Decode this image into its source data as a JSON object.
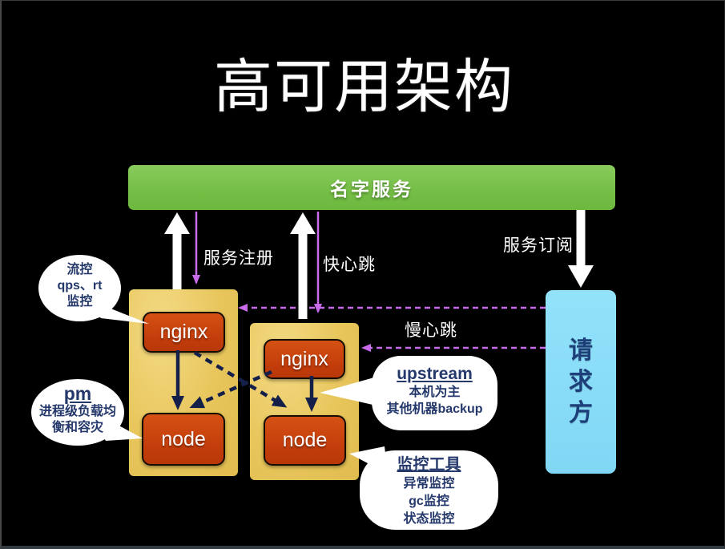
{
  "slide": {
    "title": "高可用架构"
  },
  "name_service": {
    "label": "名字服务"
  },
  "edge_labels": {
    "service_register": "服务注册",
    "fast_heartbeat": "快心跳",
    "service_subscribe": "服务订阅",
    "slow_heartbeat": "慢心跳"
  },
  "clusters": [
    {
      "nginx": "nginx",
      "node": "node"
    },
    {
      "nginx": "nginx",
      "node": "node"
    }
  ],
  "requester": {
    "chars": [
      "请",
      "求",
      "方"
    ]
  },
  "callouts": {
    "flow_control": {
      "line1": "流控",
      "line2": "qps、rt",
      "line3": "监控"
    },
    "pm": {
      "title": "pm",
      "line1": "进程级负载均",
      "line2": "衡和容灾"
    },
    "upstream": {
      "title": "upstream",
      "line1": "本机为主",
      "line2": "其他机器backup"
    },
    "monitor": {
      "title": "监控工具",
      "line1": "异常监控",
      "line2": "gc监控",
      "line3": "状态监控"
    }
  },
  "colors": {
    "background": "#000000",
    "name_service_green": "#7CC24E",
    "cluster_tan": "#E9C75F",
    "process_red": "#C8420E",
    "requester_blue": "#8ADDF8",
    "heartbeat_purple": "#C76BEB",
    "arrow_navy": "#15204A",
    "callout_text_navy": "#24386B"
  }
}
